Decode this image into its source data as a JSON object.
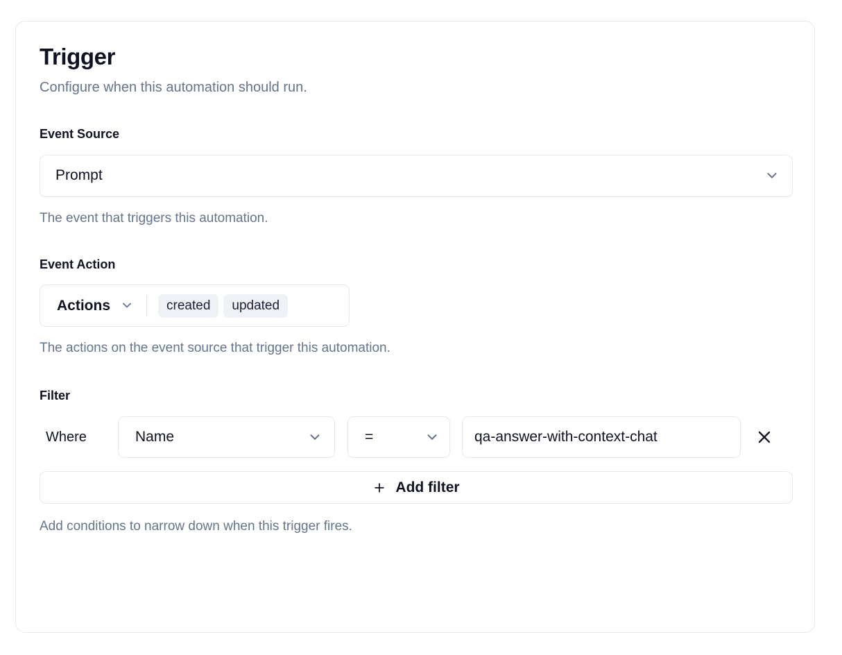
{
  "card": {
    "title": "Trigger",
    "subtitle": "Configure when this automation should run."
  },
  "event_source": {
    "label": "Event Source",
    "selected": "Prompt",
    "helper": "The event that triggers this automation.",
    "chevron_icon": "chevron-down-icon"
  },
  "event_action": {
    "label": "Event Action",
    "dropdown_label": "Actions",
    "badges": [
      "created",
      "updated"
    ],
    "helper": "The actions on the event source that trigger this automation.",
    "chevron_icon": "chevron-down-icon"
  },
  "filter": {
    "label": "Filter",
    "where_label": "Where",
    "rows": [
      {
        "field": "Name",
        "operator": "=",
        "value": "qa-answer-with-context-chat",
        "value_placeholder": "Value",
        "remove_icon": "close-icon"
      }
    ],
    "add_button": {
      "label": "Add filter",
      "icon": "plus-icon"
    },
    "helper": "Add conditions to narrow down when this trigger fires."
  },
  "colors": {
    "text_primary": "#0f1222",
    "text_muted": "#64748b",
    "border": "#e6e8ee",
    "badge_bg": "#eef1f6",
    "chevron": "#64748b",
    "surface": "#ffffff"
  }
}
